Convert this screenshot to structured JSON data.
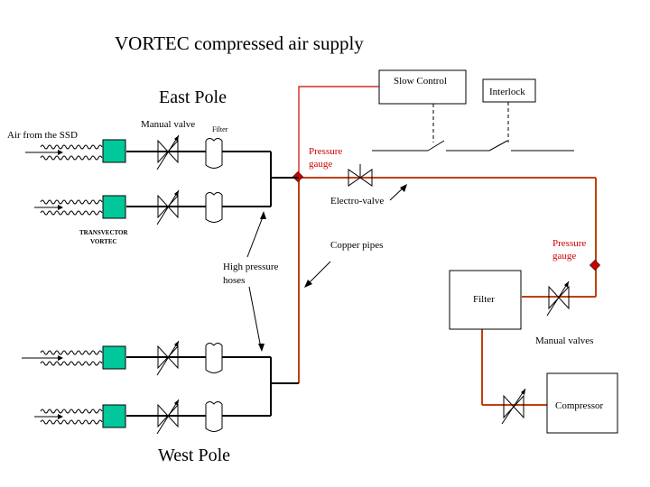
{
  "title": "VORTEC compressed air supply",
  "labels": {
    "east_pole": "East Pole",
    "west_pole": "West Pole",
    "slow_control": "Slow Control",
    "interlock": "Interlock",
    "air_from_ssd": "Air from the SSD",
    "manual_valve": "Manual valve",
    "filter_small": "Filter",
    "pressure_gauge_1_line1": "Pressure",
    "pressure_gauge_1_line2": "gauge",
    "electro_valve": "Electro-valve",
    "transvector_line1": "TRANSVECTOR",
    "transvector_line2": "VORTEC",
    "copper_pipes": "Copper pipes",
    "high_pressure_line1": "High pressure",
    "high_pressure_line2": "hoses",
    "pressure_gauge_2_line1": "Pressure",
    "pressure_gauge_2_line2": "gauge",
    "filter": "Filter",
    "manual_valves": "Manual valves",
    "compressor": "Compressor"
  },
  "colors": {
    "copper_pipe": "#c0400c",
    "signal_line": "#cc0000",
    "gauge": "#cc0000",
    "vortec_unit": "#00c89a",
    "line": "#000000"
  }
}
